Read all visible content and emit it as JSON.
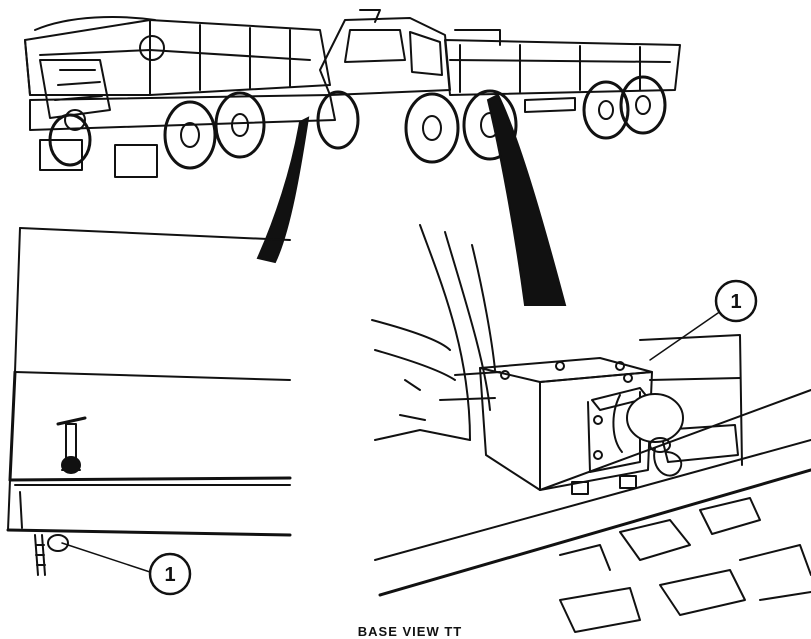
{
  "callouts": {
    "right": "1",
    "left": "1"
  },
  "caption": "BASE VIEW TT",
  "colors": {
    "ink": "#111111",
    "paper": "#ffffff"
  }
}
